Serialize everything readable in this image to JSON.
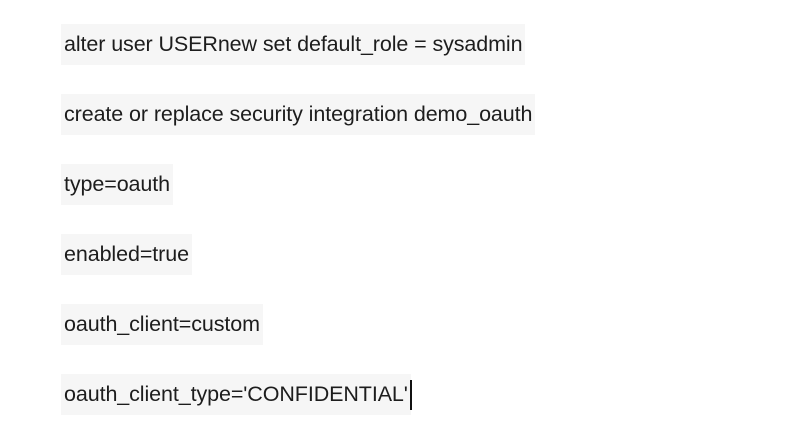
{
  "document": {
    "background_color": "#ffffff",
    "text_color": "#1d1d1d",
    "highlight_color": "#f6f6f6",
    "caret_color": "#111111",
    "lines": [
      {
        "text": "alter user USERnew set default_role = sysadmin",
        "highlighted": true
      },
      {
        "text": "create or replace security integration demo_oauth",
        "highlighted": true
      },
      {
        "text": "type=oauth",
        "highlighted": true
      },
      {
        "text": "enabled=true",
        "highlighted": true
      },
      {
        "text": "oauth_client=custom",
        "highlighted": true
      },
      {
        "text": "oauth_client_type='CONFIDENTIAL'",
        "highlighted": true,
        "caret_after": true
      }
    ]
  }
}
